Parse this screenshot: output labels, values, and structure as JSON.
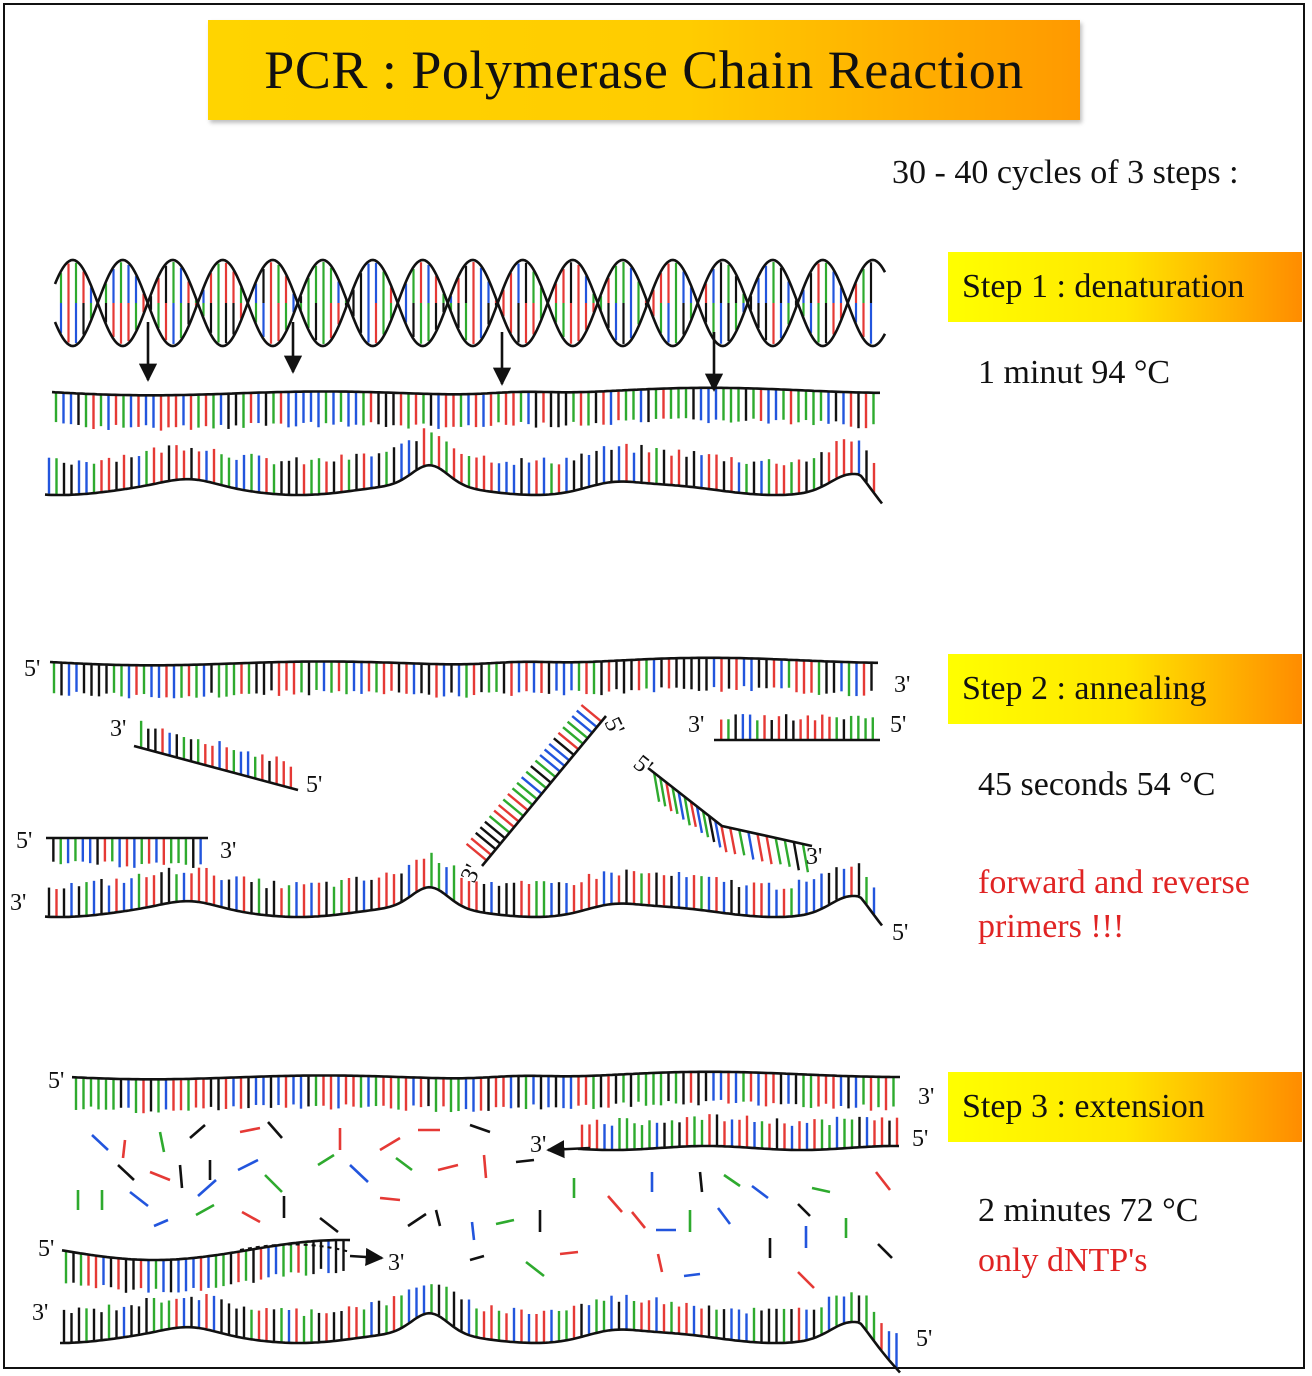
{
  "title": "PCR : Polymerase Chain Reaction",
  "cycles_text": "30 - 40 cycles of 3 steps :",
  "steps": [
    {
      "label": "Step 1 : denaturation",
      "condition": "1 minut 94 °C"
    },
    {
      "label": "Step 2 : annealing",
      "condition": "45 seconds 54 °C",
      "note_line1": "forward and reverse",
      "note_line2": "primers !!!"
    },
    {
      "label": "Step 3 : extension",
      "condition": "2 minutes 72 °C",
      "note_line1": "only dNTP's"
    }
  ],
  "end_labels": {
    "five": "5'",
    "three": "3'"
  },
  "colors": {
    "accent_red": "#e02424",
    "base_red": "#e53935",
    "base_green": "#2eaa2e",
    "base_blue": "#2255dd",
    "base_black": "#111111",
    "banner_yellow": "#ffd400",
    "banner_orange": "#ff9900"
  },
  "icons": [
    "arrow-down-icon",
    "arrow-left-icon",
    "arrow-right-icon"
  ]
}
